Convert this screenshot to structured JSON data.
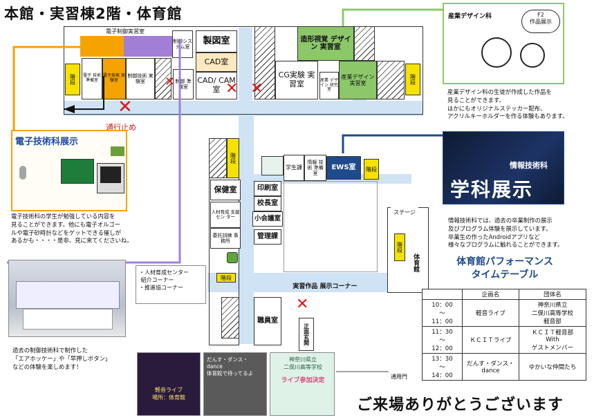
{
  "title": "本館・実習棟2階・体育館",
  "rooms": {
    "denshi_seigyo": "電子制御実習室",
    "seigyo_system": "制御システム室",
    "seizu": "製図室",
    "cad1": "CAD室",
    "cad2": "CAD/ CAM室",
    "zokei": "造形視覚 デザイン 実習室",
    "cg": "CG実験 実習室",
    "sangyo_jisshu": "産業デザイン 実習室",
    "sangyo_kenkyu": "産業 デザイン 研究室",
    "denshi_jikken": "電子技術 実験室",
    "seigyo_jikken": "制御技術 実験室",
    "denshi_junbi": "電子 技術 準備室",
    "seigyo_junbi": "制御 準備室",
    "gakusei": "学生課",
    "joho_junbi": "情報 技術 準備室",
    "ews": "EWS室",
    "hoken": "保健室",
    "insatsu": "印刷室",
    "kocho": "校長室",
    "jinzai": "人材育成 支援セン ター",
    "itaku": "委託訓練 事務所",
    "shokaigi": "小会議室",
    "kanri": "管理課",
    "shokuin": "職員室",
    "stage": "ステージ",
    "taiikukan": "体育館",
    "seimon": "正面玄関",
    "tsuyomon": "通用門",
    "stairs": "階段"
  },
  "labels": {
    "tsuko_dome": "通行止め",
    "jisshu_sakuhin": "実習作品 展示コーナー",
    "corner_list": "・人材育成センター\n 紹介コーナー\n・推進協コーナー"
  },
  "callouts": {
    "denshi_title": "電子技術科展示",
    "denshi_text": "電子技術科の学生が勉強している内容を\n見ることができます。他にも電子オルゴー\nルや電子砂時計などをゲットできる催しが\nあるかも・・・・是非、見に来てくださいね。",
    "seigyo_text": "過去の制御技術科で制作した\n「エアホッケー」や「早押しボタン」\nなどの体験を楽しめます！",
    "sangyo_cartoon_1": "産業デザイン科",
    "sangyo_cartoon_2": "F2\n作品展示",
    "sangyo_text": "産業デザイン科の生徒が作成した作品を\n見ることができます。\nほかにもオリジナルステッカー配布、\nアクリルキーホルダーを作る体験もあります。",
    "joho_banner_1": "情報技術科",
    "joho_banner_2": "学科展示",
    "joho_text": "情報技術科では、過去の卒業制作の展示\n及びプログラム体験を展示しています。\n卒業生の作ったAndroidアプリなど\n様々なプログラムに触れることができます。"
  },
  "timetable": {
    "title": "体育館パフォーマンス\nタイムテーブル",
    "headers": [
      "",
      "企画名",
      "団体名"
    ],
    "rows": [
      {
        "time": "10：00\n～\n11：00",
        "event": "軽音ライブ",
        "group": "神奈川県立\n二俣川高等学校\n軽音部"
      },
      {
        "time": "11：30\n～\n12：00",
        "event": "ＫＣＩＴライブ",
        "group": "ＫＣＩＴ軽音部\nWith\nゲストメンバー"
      },
      {
        "time": "13：30\n～\n14：00",
        "event": "だんす・ダンス・\ndance",
        "group": "ゆかいな仲間たち"
      }
    ]
  },
  "posters": {
    "p1": "軽音ライブ\n場所：体育館",
    "p2": "だんす・ダンス・\ndance\n体育館で待ってるよ",
    "p3_1": "神奈川県立\n二俣川高等学校",
    "p3_2": "ライブ参加決定"
  },
  "footer": "ご来場ありがとうございます",
  "colors": {
    "corridor": "#cfe3f5",
    "orange": "#f5a300",
    "purple": "#a27fd6",
    "green": "#8cc76a",
    "navy": "#1f4a8c",
    "yellow": "#f5e200",
    "red": "#d81b1b"
  }
}
